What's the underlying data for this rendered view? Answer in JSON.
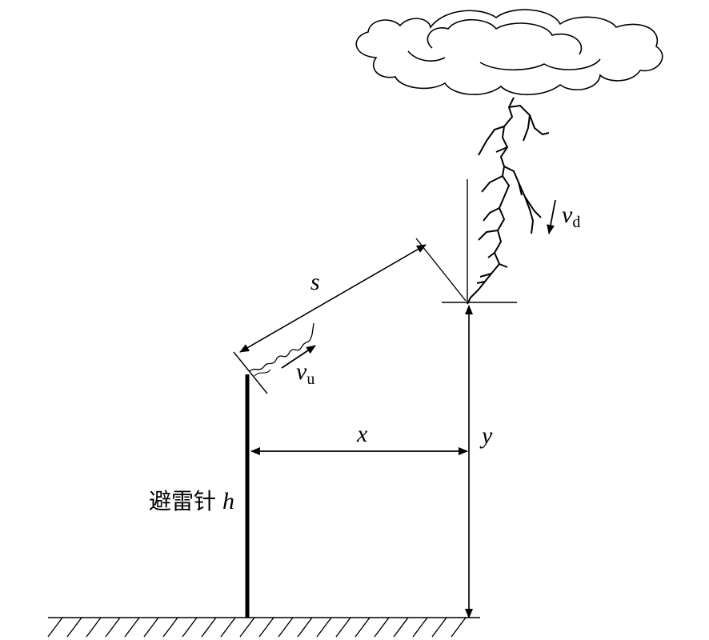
{
  "labels": {
    "s": "s",
    "x": "x",
    "y": "y",
    "h": "h",
    "rod_cn": "避雷针",
    "vu_main": "v",
    "vu_sub": "u",
    "vd_main": "v",
    "vd_sub": "d"
  }
}
